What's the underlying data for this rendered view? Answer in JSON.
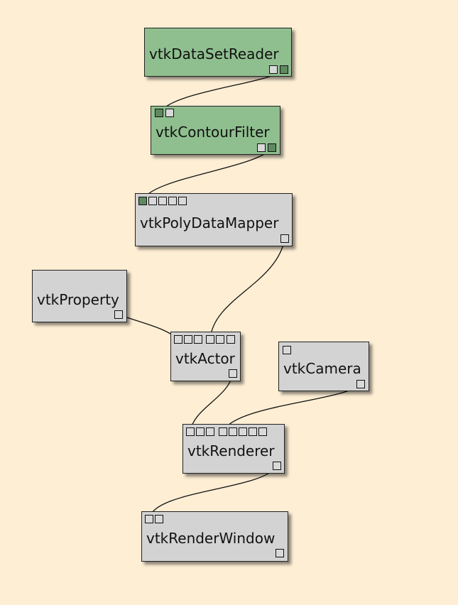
{
  "colors": {
    "background": "#fdeed4",
    "active_module": "#8fbf8f",
    "inactive_module": "#d3d3d3",
    "active_port": "#5f8a5f"
  },
  "modules": {
    "reader": {
      "label": "vtkDataSetReader",
      "active": true
    },
    "contour": {
      "label": "vtkContourFilter",
      "active": true
    },
    "mapper": {
      "label": "vtkPolyDataMapper",
      "active": false
    },
    "property": {
      "label": "vtkProperty",
      "active": false
    },
    "actor": {
      "label": "vtkActor",
      "active": false
    },
    "camera": {
      "label": "vtkCamera",
      "active": false
    },
    "renderer": {
      "label": "vtkRenderer",
      "active": false
    },
    "window": {
      "label": "vtkRenderWindow",
      "active": false
    }
  },
  "connections": [
    {
      "from": "vtkDataSetReader",
      "to": "vtkContourFilter"
    },
    {
      "from": "vtkContourFilter",
      "to": "vtkPolyDataMapper"
    },
    {
      "from": "vtkPolyDataMapper",
      "to": "vtkActor"
    },
    {
      "from": "vtkProperty",
      "to": "vtkActor"
    },
    {
      "from": "vtkActor",
      "to": "vtkRenderer"
    },
    {
      "from": "vtkCamera",
      "to": "vtkRenderer"
    },
    {
      "from": "vtkRenderer",
      "to": "vtkRenderWindow"
    }
  ]
}
